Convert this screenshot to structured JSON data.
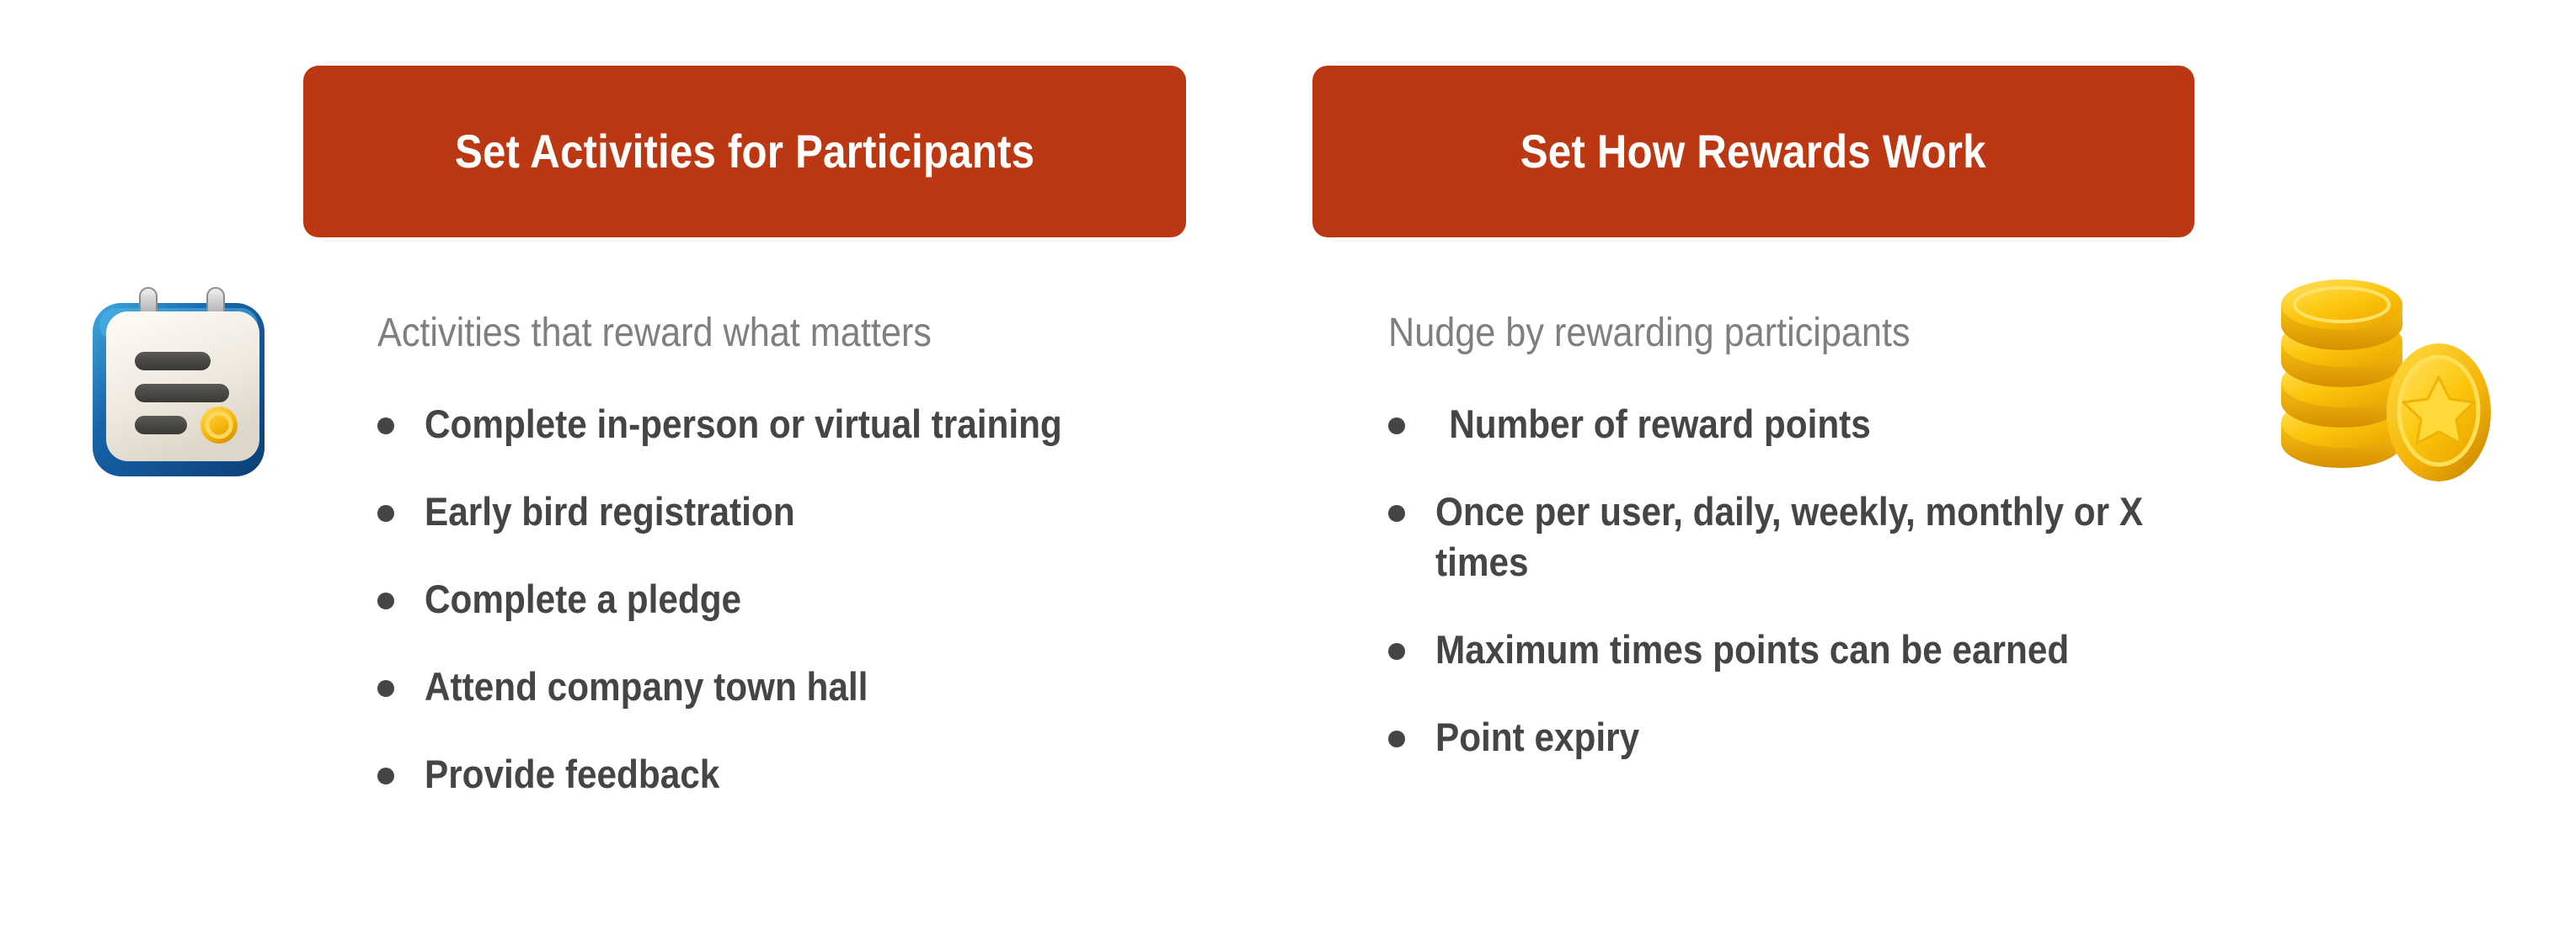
{
  "slide": {
    "background_color": "#ffffff",
    "accent_color": "#bc3813",
    "subtitle_color": "#7f7f7f",
    "body_text_color": "#454545"
  },
  "columns": [
    {
      "id": "activities",
      "header": "Set Activities for Participants",
      "subtitle": "Activities that reward what matters",
      "icon": "clipboard-coin-icon",
      "bullets": [
        "Complete in-person or virtual training",
        "Early bird registration",
        "Complete a pledge",
        "Attend company town hall",
        "Provide feedback"
      ]
    },
    {
      "id": "rewards",
      "header": "Set How Rewards Work",
      "subtitle": "Nudge by rewarding participants",
      "icon": "gold-coins-icon",
      "bullets": [
        "Number of reward points",
        "Once per user, daily, weekly, monthly or X times",
        "Maximum times points can be earned",
        "Point expiry"
      ]
    }
  ]
}
